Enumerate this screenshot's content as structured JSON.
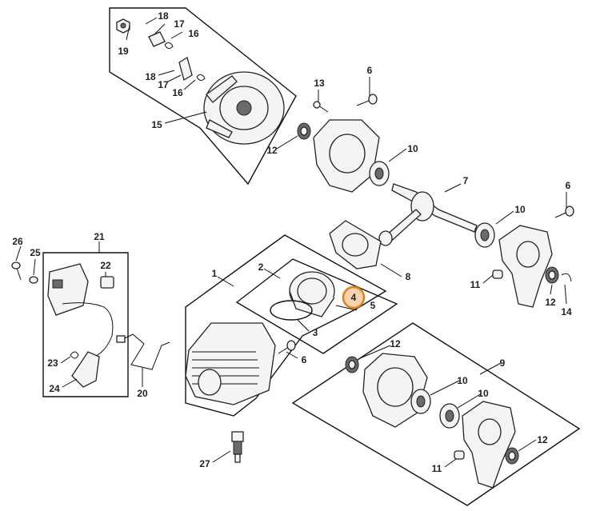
{
  "diagram": {
    "highlighted_part": "4",
    "highlight_color": "#e0811c",
    "labels": [
      "19",
      "18",
      "17",
      "16",
      "18",
      "17",
      "16",
      "15",
      "13",
      "6",
      "12",
      "10",
      "7",
      "6",
      "10",
      "8",
      "2",
      "1",
      "4",
      "5",
      "3",
      "6",
      "12",
      "9",
      "10",
      "10",
      "12",
      "11",
      "12",
      "14",
      "11",
      "26",
      "25",
      "21",
      "22",
      "23",
      "24",
      "20",
      "27"
    ]
  }
}
